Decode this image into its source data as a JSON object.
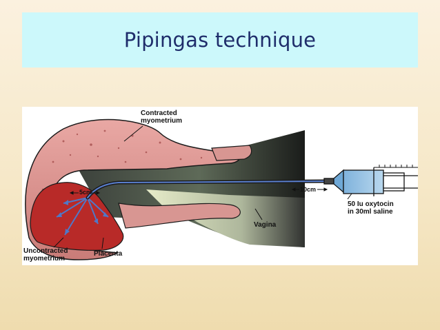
{
  "slide": {
    "title": "Pipingas technique"
  },
  "diagram": {
    "labels": {
      "contracted_l1": "Contracted",
      "contracted_l2": "myometrium",
      "uncontracted_l1": "Uncontracted",
      "uncontracted_l2": "myometrium",
      "placenta": "Placenta",
      "vagina": "Vagina",
      "dist_5cm": "5cm",
      "dist_10cm": "10cm",
      "syringe_l1": "50 Iu oxytocin",
      "syringe_l2": "in 30ml saline"
    }
  }
}
